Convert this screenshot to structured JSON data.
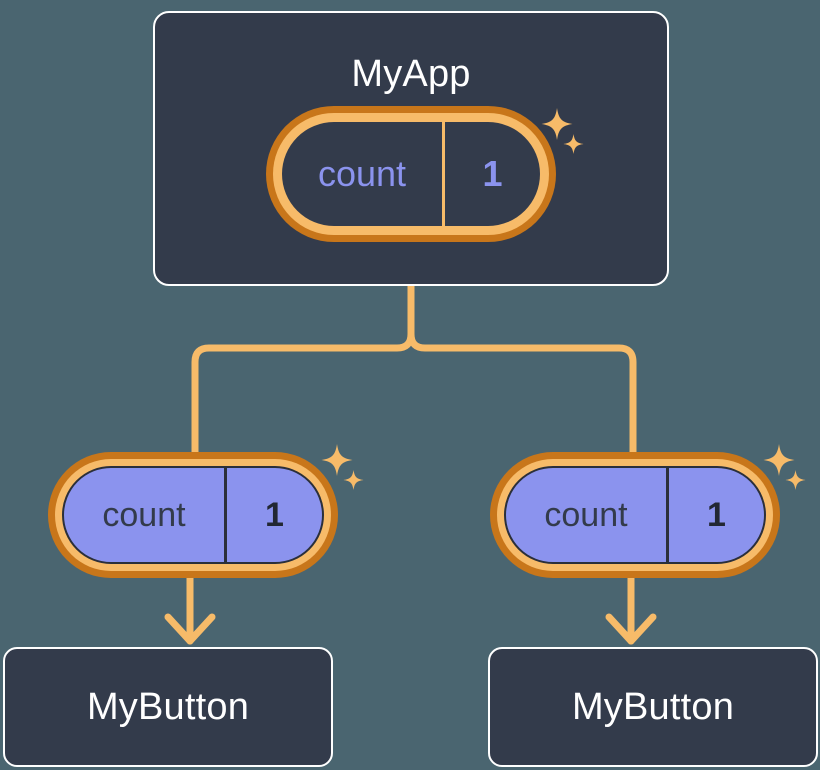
{
  "diagram": {
    "title_node": {
      "label": "MyApp",
      "state": {
        "name": "count",
        "value": "1"
      }
    },
    "children": [
      {
        "state": {
          "name": "count",
          "value": "1"
        },
        "component": {
          "label": "MyButton"
        }
      },
      {
        "state": {
          "name": "count",
          "value": "1"
        },
        "component": {
          "label": "MyButton"
        }
      }
    ],
    "icons": {
      "sparkle_large": "sparkle-icon",
      "sparkle_small": "sparkle-icon",
      "arrow_down": "arrow-down-icon",
      "tree_connector": "tree-connector-icon"
    },
    "colors": {
      "background": "#4a6570",
      "card_fill": "#333b4b",
      "card_border": "#ffffff",
      "ring_outer": "#c8761a",
      "ring_inner": "#f7bb69",
      "state_fill": "#8b93ee",
      "accent_text": "#8b93ee",
      "connector": "#f7bb69",
      "dark_text": "#333b4b",
      "light_text": "#ffffff"
    }
  }
}
